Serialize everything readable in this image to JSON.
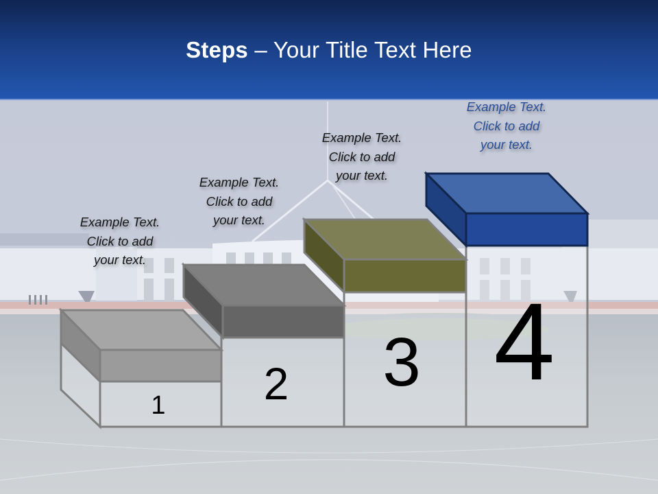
{
  "slide": {
    "title_bold": "Steps",
    "title_rest": " – Your Title Text Here",
    "colors": {
      "header_top": "#0f2451",
      "header_bottom": "#2257b0",
      "step1": "#a6a6a6",
      "step2": "#7f7f7f",
      "step3": "#7f7f55",
      "step4": "#3f68ad",
      "outline": "#7f7f7f",
      "step4_caption": "#2a4e96"
    }
  },
  "steps": [
    {
      "number": "1",
      "caption": {
        "line1": "Example Text.",
        "line2": "Click  to add",
        "line3": "your text."
      }
    },
    {
      "number": "2",
      "caption": {
        "line1": "Example Text.",
        "line2": "Click  to add",
        "line3": "your text."
      }
    },
    {
      "number": "3",
      "caption": {
        "line1": "Example Text.",
        "line2": "Click  to add",
        "line3": "your text."
      }
    },
    {
      "number": "4",
      "caption": {
        "line1": "Example Text.",
        "line2": "Click  to add",
        "line3": "your text."
      }
    }
  ]
}
